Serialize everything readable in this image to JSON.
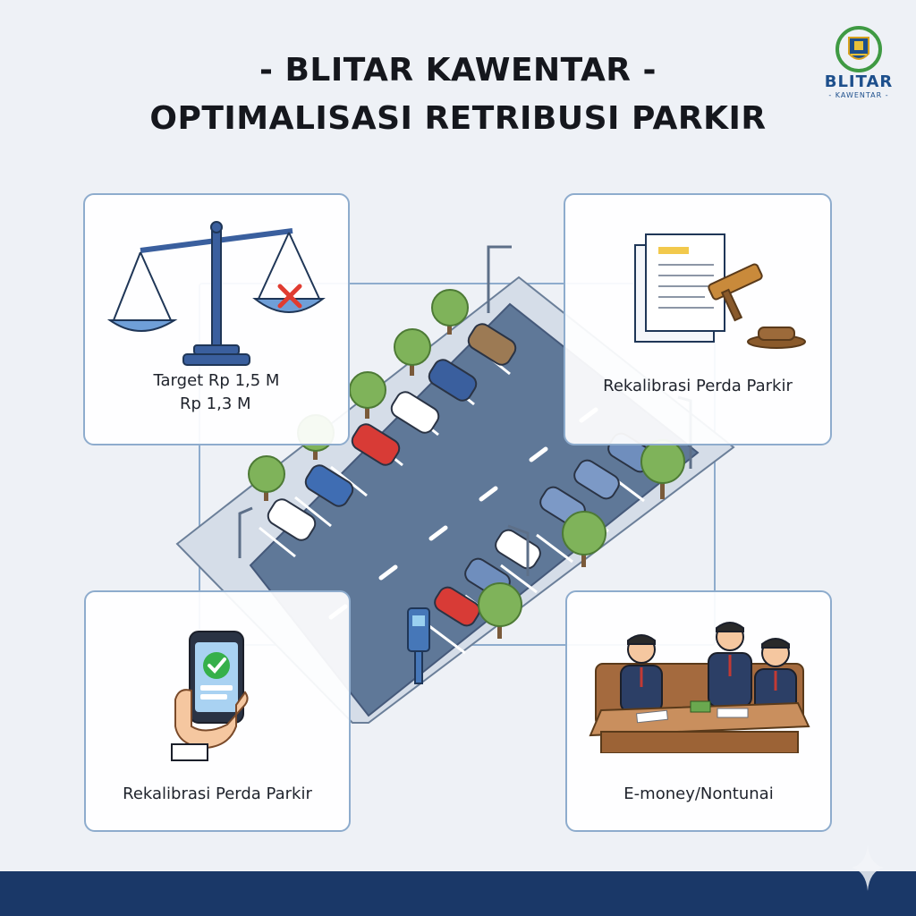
{
  "header": {
    "title_line1": "- BLITAR KAWENTAR -",
    "title_line2": "OPTIMALISASI RETRIBUSI PARKIR"
  },
  "logo": {
    "name": "BLITAR",
    "sub": "- KAWENTAR -",
    "icon": "city-emblem-icon"
  },
  "cards": {
    "top_left": {
      "line1": "Target Rp 1,5 M",
      "line2": "Rp 1,3 M",
      "icon": "balance-scale-icon"
    },
    "top_right": {
      "label": "Rekalibrasi Perda Parkir",
      "icon": "document-gavel-icon"
    },
    "bottom_left": {
      "label": "Rekalibrasi Perda Parkir",
      "icon": "smartphone-payment-icon"
    },
    "bottom_right": {
      "label": "E-money/Nontunai",
      "icon": "meeting-officials-icon"
    }
  },
  "colors": {
    "background": "#eef1f6",
    "navy": "#1a3868",
    "card_border": "#8eaccd",
    "road": "#5f7898",
    "accent_red": "#e03c31",
    "check_green": "#36b04a"
  }
}
